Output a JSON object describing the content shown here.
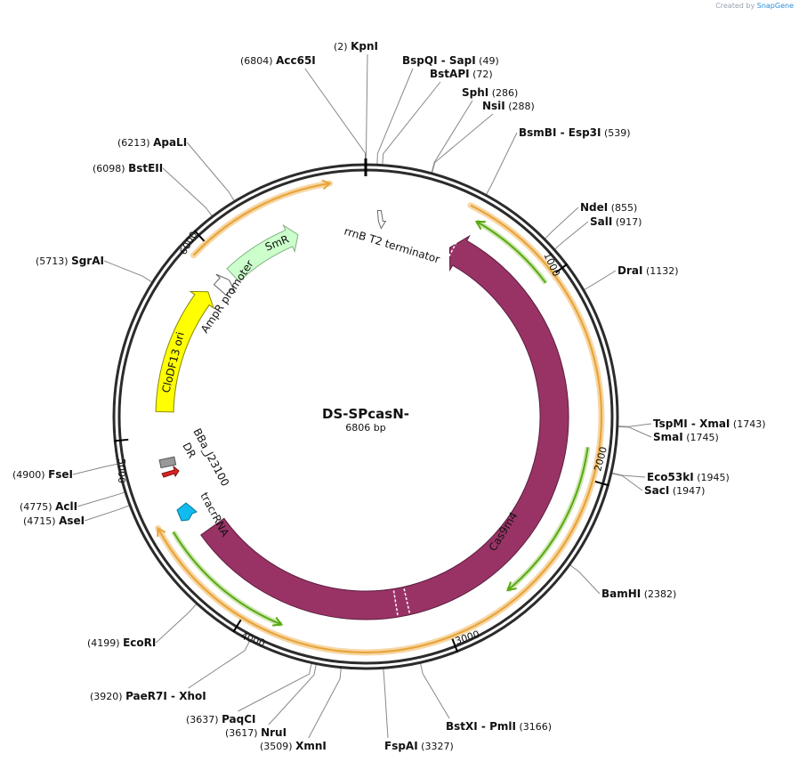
{
  "credit": {
    "prefix": "Created by",
    "brand": "SnapGene"
  },
  "plasmid": {
    "name": "DS-SPcasN-",
    "size_text": "6806 bp",
    "length": 6806
  },
  "ticks": [
    "1000",
    "2000",
    "3000",
    "4000",
    "5000",
    "6000"
  ],
  "colors": {
    "backbone": "#2b2b2b",
    "cas9": "#993366",
    "orange": "#e8a53a",
    "green": "#58a813",
    "smr": "#ccffcc",
    "ori": "#ffff00",
    "tracr": "#11bbee",
    "dr": "#dd2222",
    "bba": "#999999"
  },
  "sites": [
    {
      "name": "KpnI",
      "pos": "(2)"
    },
    {
      "name": "Acc65I",
      "pos": "(6804)"
    },
    {
      "name": "BspQI",
      "sep": " - ",
      "name2": "SapI",
      "pos": "(49)"
    },
    {
      "name": "BstAPI",
      "pos": "(72)"
    },
    {
      "name": "SphI",
      "pos": "(286)"
    },
    {
      "name": "NsiI",
      "pos": "(288)"
    },
    {
      "name": "BsmBI",
      "sep": " - ",
      "name2": "Esp3I",
      "pos": "(539)"
    },
    {
      "name": "NdeI",
      "pos": "(855)"
    },
    {
      "name": "SalI",
      "pos": "(917)"
    },
    {
      "name": "DraI",
      "pos": "(1132)"
    },
    {
      "name": "TspMI",
      "sep": " - ",
      "name2": "XmaI",
      "pos": "(1743)"
    },
    {
      "name": "SmaI",
      "pos": "(1745)"
    },
    {
      "name": "Eco53kI",
      "pos": "(1945)"
    },
    {
      "name": "SacI",
      "pos": "(1947)"
    },
    {
      "name": "BamHI",
      "pos": "(2382)"
    },
    {
      "name": "BstXI",
      "sep": " - ",
      "name2": "PmlI",
      "pos": "(3166)"
    },
    {
      "name": "FspAI",
      "pos": "(3327)"
    },
    {
      "name": "XmnI",
      "pos": "(3509)"
    },
    {
      "name": "NruI",
      "pos": "(3617)"
    },
    {
      "name": "PaqCI",
      "pos": "(3637)"
    },
    {
      "name": "PaeR7I",
      "sep": " - ",
      "name2": "XhoI",
      "pos": "(3920)"
    },
    {
      "name": "EcoRI",
      "pos": "(4199)"
    },
    {
      "name": "AseI",
      "pos": "(4715)"
    },
    {
      "name": "AclI",
      "pos": "(4775)"
    },
    {
      "name": "FseI",
      "pos": "(4900)"
    },
    {
      "name": "SgrAI",
      "pos": "(5713)"
    },
    {
      "name": "BstEII",
      "pos": "(6098)"
    },
    {
      "name": "ApaLI",
      "pos": "(6213)"
    }
  ],
  "features": [
    {
      "label": "Cas9m4"
    },
    {
      "label": "SmR"
    },
    {
      "label": "CloDF13 ori"
    },
    {
      "label": "AmpR promoter"
    },
    {
      "label": "rrnB T2 terminator"
    },
    {
      "label": "BBa_J23100"
    },
    {
      "label": "DR"
    },
    {
      "label": "tracrRNA"
    }
  ]
}
